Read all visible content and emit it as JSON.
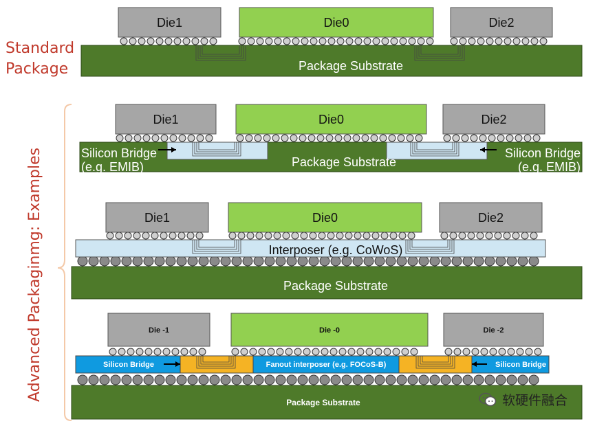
{
  "labels": {
    "standard": [
      "Standard",
      "Package"
    ],
    "advanced": "Advanced Packaginmg: Examples"
  },
  "rows": {
    "standard": {
      "dies": [
        "Die1",
        "Die0",
        "Die2"
      ],
      "substrate": "Package Substrate"
    },
    "emib": {
      "dies": [
        "Die1",
        "Die0",
        "Die2"
      ],
      "substrate": "Package Substrate",
      "bridge_left": [
        "Silicon Bridge",
        "(e.g. EMIB)"
      ],
      "bridge_right": [
        "Silicon Bridge",
        "(e.g. EMIB)"
      ]
    },
    "cowos": {
      "dies": [
        "Die1",
        "Die0",
        "Die2"
      ],
      "interposer": "Interposer (e.g. CoWoS)",
      "substrate": "Package Substrate"
    },
    "focos": {
      "dies": [
        "Die -1",
        "Die -0",
        "Die -2"
      ],
      "interposer": "Fanout interposer (e.g. FOCoS-B)",
      "bridge_left": "Silicon Bridge",
      "bridge_right": "Silicon Bridge",
      "substrate": "Package Substrate"
    }
  },
  "watermark": "软硬件融合",
  "colors": {
    "die_gray": "#a6a6a6",
    "die_green": "#92d050",
    "substrate": "#4e7a2a",
    "bridge_light": "#cfe6f3",
    "fanout_blue": "#0f9ae0",
    "bridge_orange": "#f5b324",
    "label_red": "#c0392b",
    "bump": "#cfcfcf"
  }
}
